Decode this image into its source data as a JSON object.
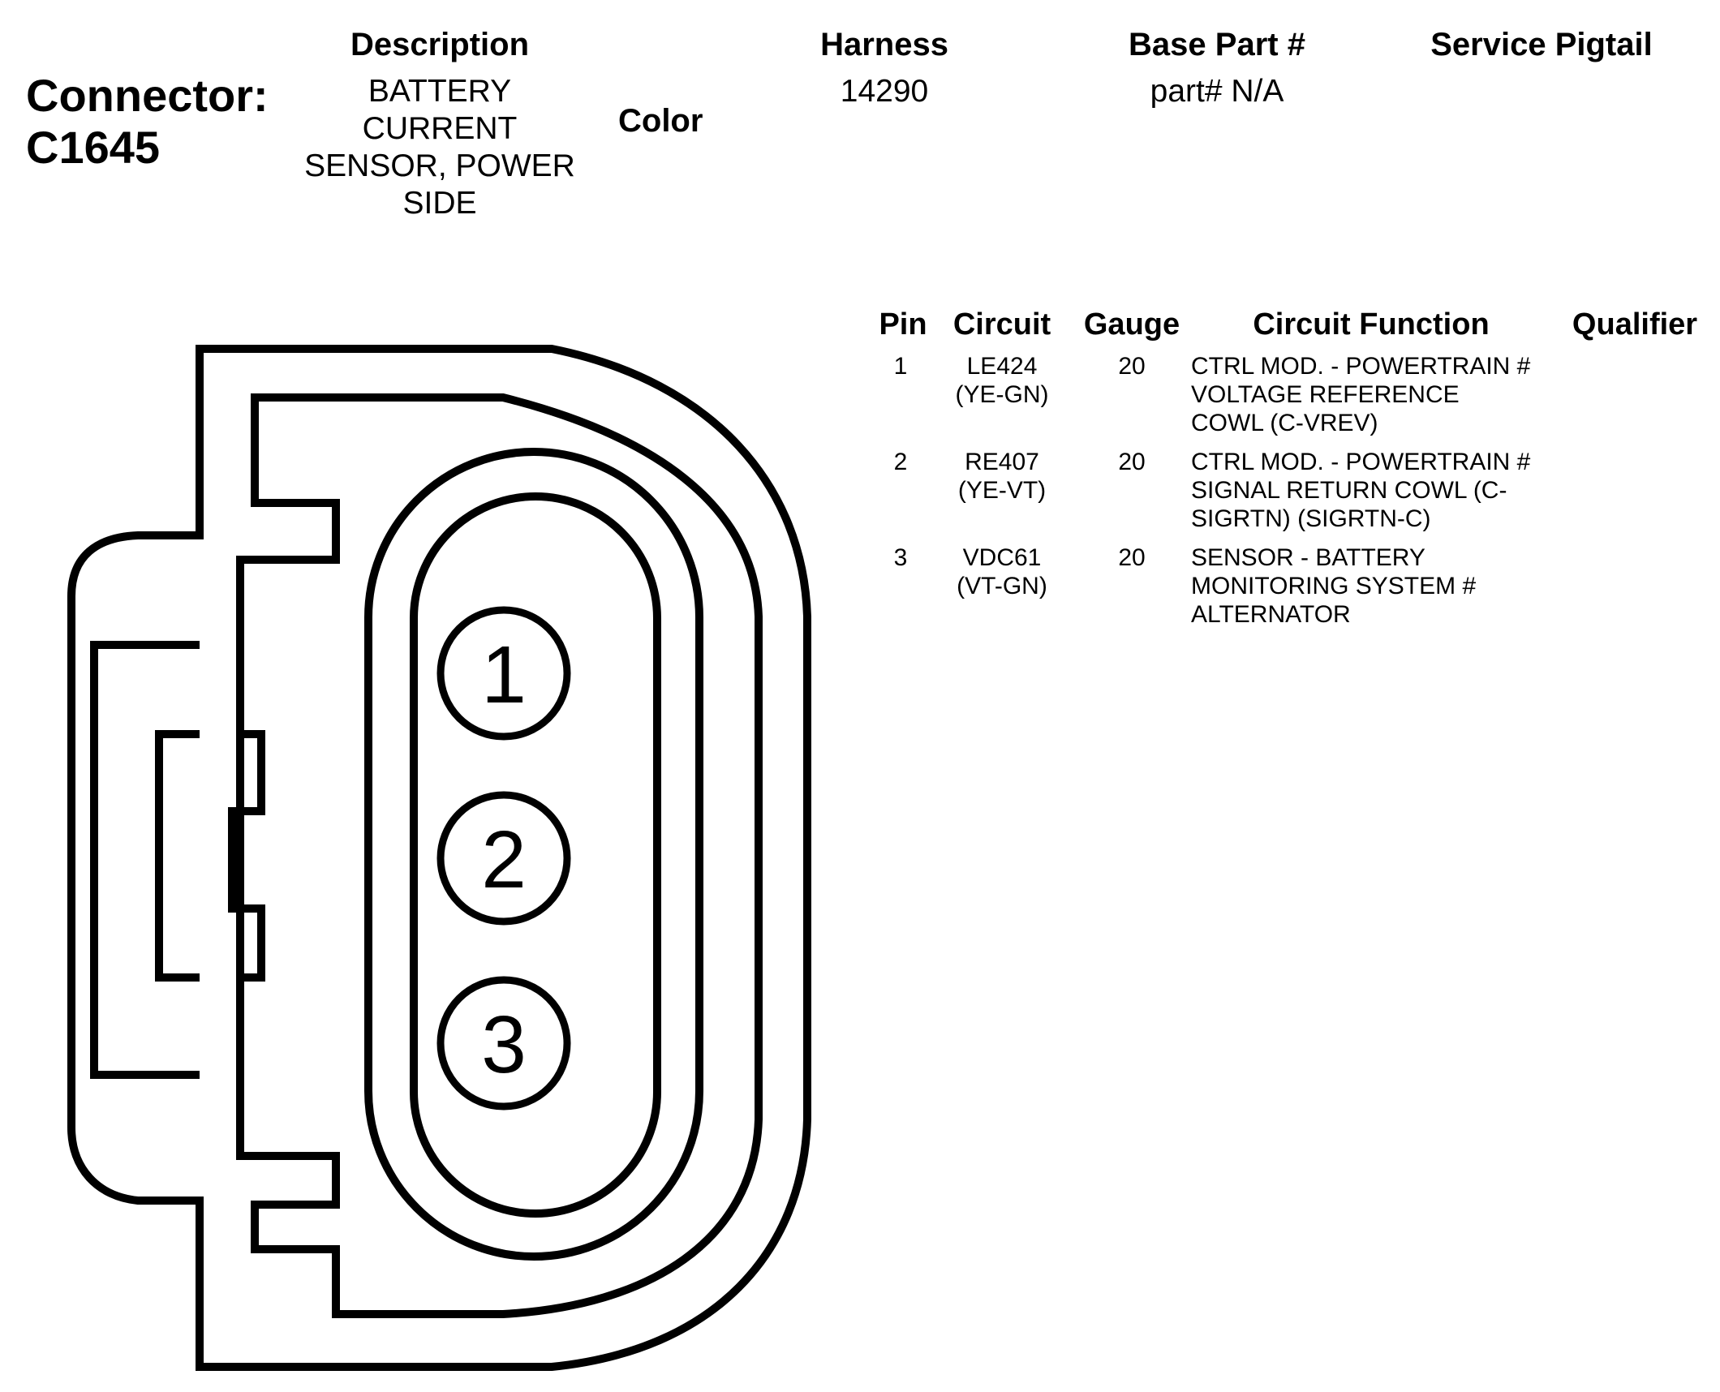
{
  "connector": {
    "label": "Connector:",
    "id": "C1645"
  },
  "header": {
    "description_label": "Description",
    "description_lines": [
      "BATTERY",
      "CURRENT",
      "SENSOR, POWER",
      "SIDE"
    ],
    "color_label": "Color",
    "harness_label": "Harness",
    "harness_value": "14290",
    "base_part_label": "Base Part #",
    "base_part_value": "part# N/A",
    "service_pigtail_label": "Service Pigtail"
  },
  "pin_table": {
    "headers": {
      "pin": "Pin",
      "circuit": "Circuit",
      "gauge": "Gauge",
      "circuit_function": "Circuit Function",
      "qualifier": "Qualifier"
    },
    "rows": [
      {
        "pin": "1",
        "circuit_lines": [
          "LE424",
          "(YE-GN)"
        ],
        "gauge": "20",
        "function_lines": [
          "CTRL MOD. - POWERTRAIN #",
          "VOLTAGE REFERENCE",
          "COWL (C-VREV)"
        ]
      },
      {
        "pin": "2",
        "circuit_lines": [
          "RE407",
          "(YE-VT)"
        ],
        "gauge": "20",
        "function_lines": [
          "CTRL MOD. - POWERTRAIN #",
          "SIGNAL RETURN COWL (C-",
          "SIGRTN) (SIGRTN-C)"
        ]
      },
      {
        "pin": "3",
        "circuit_lines": [
          "VDC61",
          "(VT-GN)"
        ],
        "gauge": "20",
        "function_lines": [
          "SENSOR - BATTERY",
          "MONITORING SYSTEM #",
          "ALTERNATOR"
        ]
      }
    ]
  },
  "diagram": {
    "pin_labels": [
      "1",
      "2",
      "3"
    ]
  }
}
